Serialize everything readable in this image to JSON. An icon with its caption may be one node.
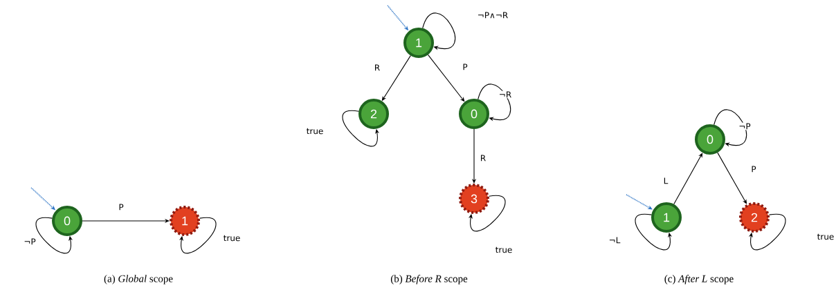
{
  "diagram": {
    "nodes": [
      {
        "text": [
          "0"
        ]
      },
      {
        "text": [
          "1"
        ]
      },
      {
        "text": [
          "1"
        ]
      },
      {
        "text": [
          "2"
        ]
      },
      {
        "text": [
          "0"
        ]
      },
      {
        "text": [
          "3"
        ]
      },
      {
        "text": [
          "0"
        ]
      },
      {
        "text": [
          "1"
        ]
      },
      {
        "text": [
          "2"
        ]
      }
    ],
    "edges": [
      {
        "from": null,
        "to": 0,
        "arrow": "to",
        "style": "dashed",
        "color": "#2a72c4"
      },
      {
        "from": 0,
        "to": 0,
        "arrow": "to",
        "label": "¬P"
      },
      {
        "from": 0,
        "to": 1,
        "arrow": "to",
        "label": "P"
      },
      {
        "from": 1,
        "to": 1,
        "arrow": "to",
        "label": "true"
      },
      {
        "from": null,
        "to": 2,
        "arrow": "to",
        "style": "dashed",
        "color": "#2a72c4"
      },
      {
        "from": 2,
        "to": 2,
        "arrow": "to",
        "label": "¬P∧¬R"
      },
      {
        "from": 2,
        "to": 3,
        "arrow": "to",
        "label": "R"
      },
      {
        "from": 2,
        "to": 4,
        "arrow": "to",
        "label": "P"
      },
      {
        "from": 3,
        "to": 3,
        "arrow": "to",
        "label": "true"
      },
      {
        "from": 4,
        "to": 4,
        "arrow": "to",
        "label": "¬R"
      },
      {
        "from": 4,
        "to": 5,
        "arrow": "to",
        "label": "R"
      },
      {
        "from": 5,
        "to": 5,
        "arrow": "to",
        "label": "true"
      },
      {
        "from": null,
        "to": 7,
        "arrow": "to",
        "style": "dashed",
        "color": "#2a72c4"
      },
      {
        "from": 7,
        "to": 7,
        "arrow": "to",
        "label": "¬L"
      },
      {
        "from": 7,
        "to": 6,
        "arrow": "to",
        "label": "L"
      },
      {
        "from": 6,
        "to": 6,
        "arrow": "to",
        "label": "¬P"
      },
      {
        "from": 6,
        "to": 8,
        "arrow": "to",
        "label": "P"
      },
      {
        "from": 8,
        "to": 8,
        "arrow": "to",
        "label": "true"
      }
    ],
    "labels": [
      "(a) *Global* scope",
      "(b) *Before R* scope",
      "(c) *After L* scope"
    ]
  }
}
